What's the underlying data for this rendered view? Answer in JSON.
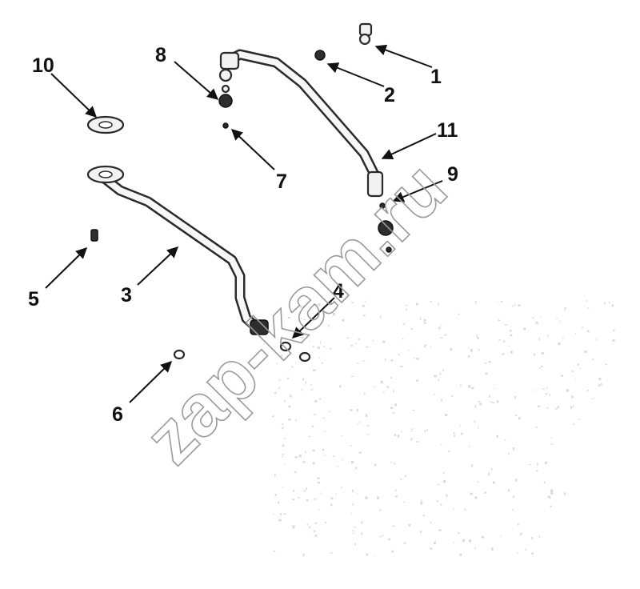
{
  "diagram": {
    "callouts": [
      {
        "id": "c1",
        "label": "1"
      },
      {
        "id": "c2",
        "label": "2"
      },
      {
        "id": "c3",
        "label": "3"
      },
      {
        "id": "c4",
        "label": "4"
      },
      {
        "id": "c5",
        "label": "5"
      },
      {
        "id": "c6",
        "label": "6"
      },
      {
        "id": "c7",
        "label": "7"
      },
      {
        "id": "c8",
        "label": "8"
      },
      {
        "id": "c9",
        "label": "9"
      },
      {
        "id": "c10",
        "label": "10"
      },
      {
        "id": "c11",
        "label": "11"
      }
    ],
    "watermark": "zap-kam.ru"
  }
}
